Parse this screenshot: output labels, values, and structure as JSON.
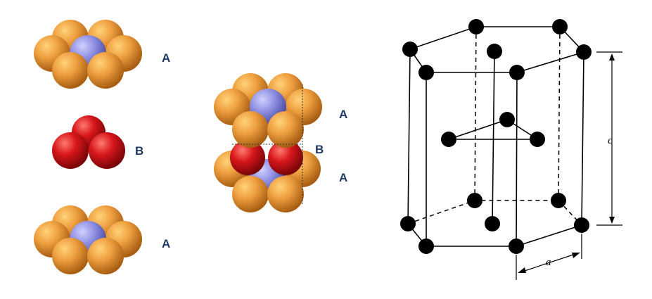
{
  "colors": {
    "orange_atom": "#E8952F",
    "blue_atom": "#8C8CE0",
    "red_atom": "#D8171B",
    "label_color": "#1F3A68",
    "black_atom": "#000000"
  },
  "left_stack": {
    "top_layer": {
      "label": "A"
    },
    "middle_layer": {
      "label": "B"
    },
    "bottom_layer": {
      "label": "A"
    }
  },
  "middle_stack": {
    "labels": [
      "A",
      "B",
      "A"
    ]
  },
  "hcp_cell": {
    "dimension_c": "c",
    "dimension_a": "a"
  }
}
